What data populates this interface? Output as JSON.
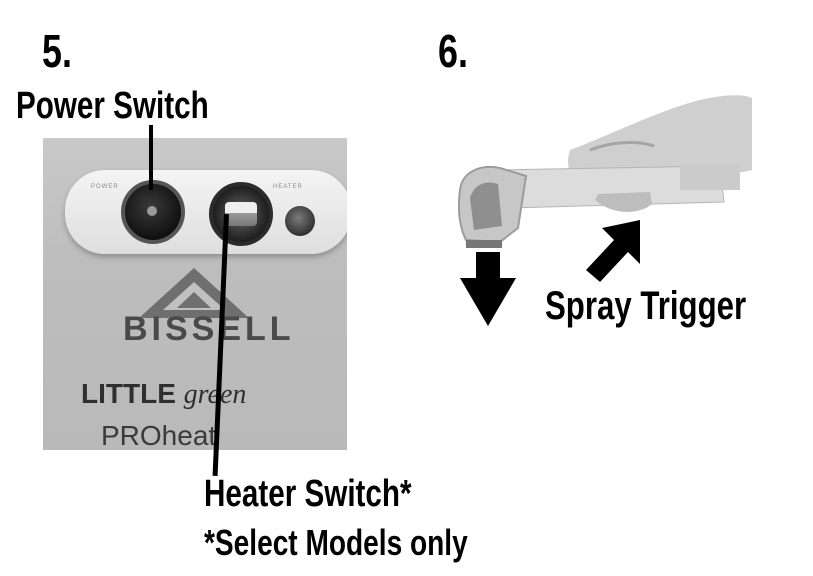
{
  "step5": {
    "number": "5.",
    "power_label": "Power Switch",
    "heater_label": "Heater Switch*",
    "models_note": "*Select Models only",
    "photo": {
      "brand": "BISSELL",
      "product_line1_a": "LITTLE",
      "product_line1_b": "green",
      "product_line2": "PROheat"
    }
  },
  "step6": {
    "number": "6.",
    "spray_label": "Spray Trigger"
  }
}
